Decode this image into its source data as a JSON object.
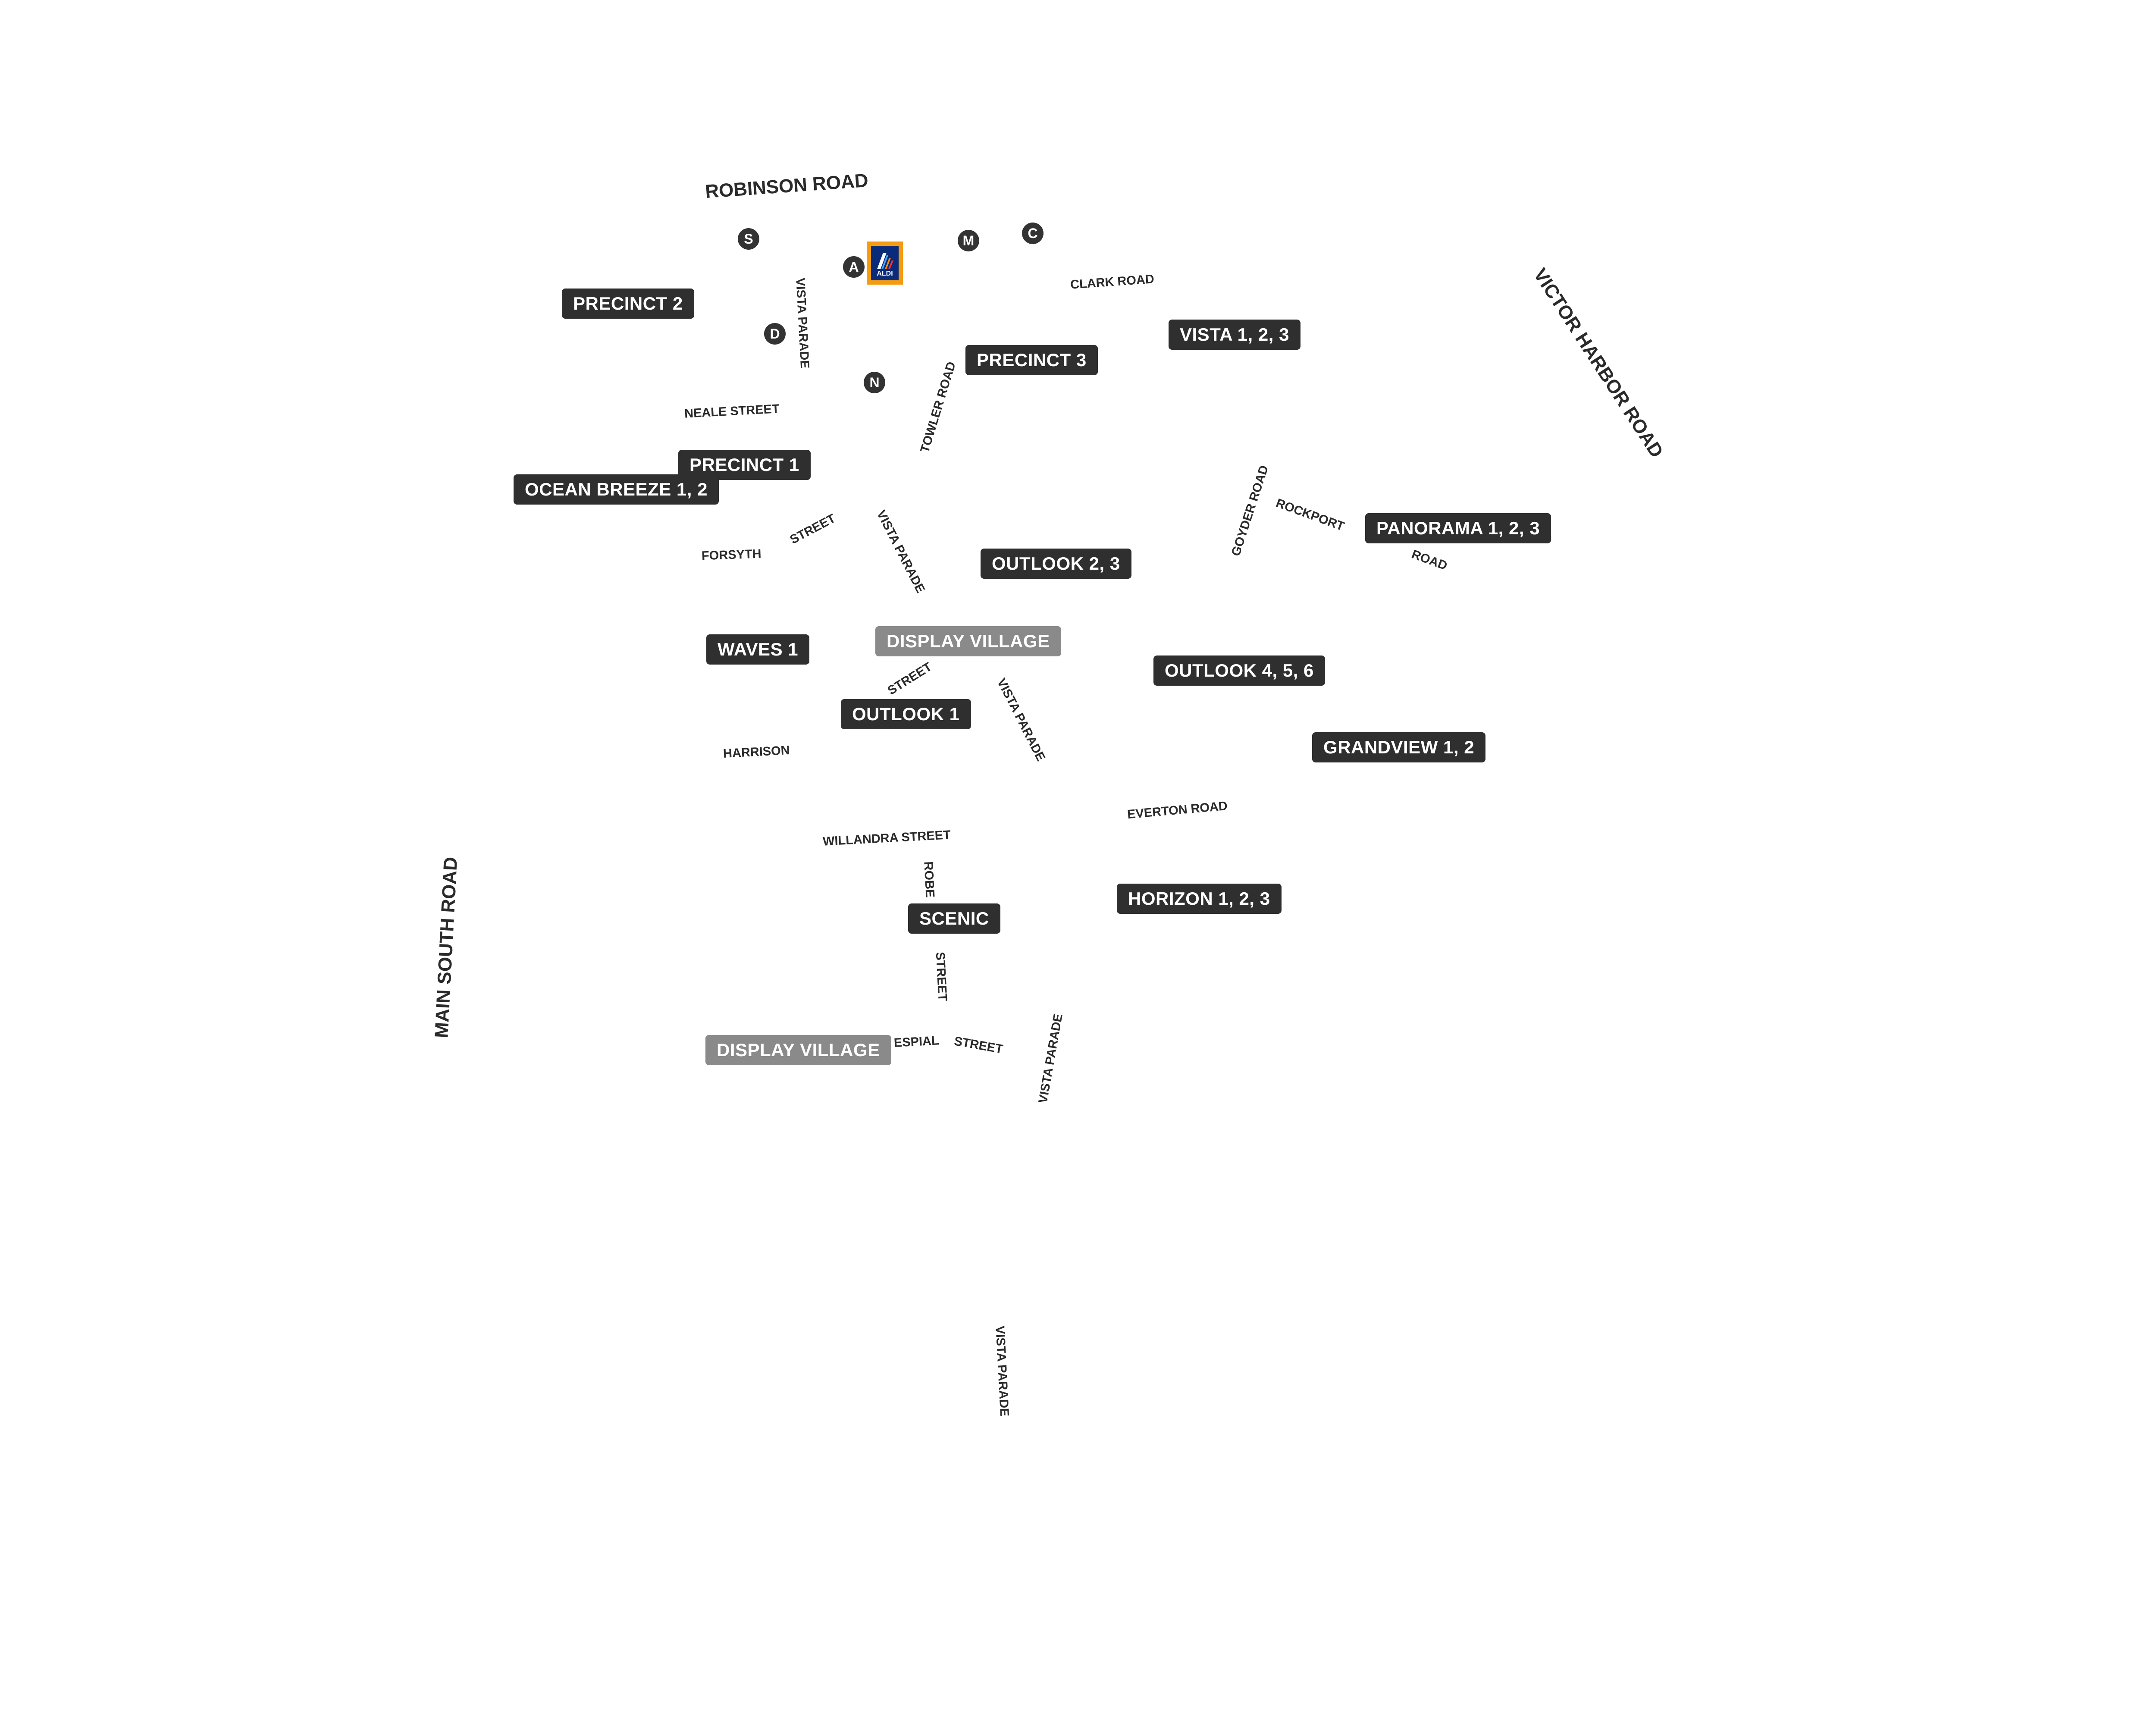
{
  "markers": [
    {
      "id": "s",
      "label": "S"
    },
    {
      "id": "a",
      "label": "A"
    },
    {
      "id": "m",
      "label": "M"
    },
    {
      "id": "c",
      "label": "C"
    },
    {
      "id": "d",
      "label": "D"
    },
    {
      "id": "n",
      "label": "N"
    }
  ],
  "aldi_logo": {
    "text": "ALDI",
    "icon": "aldi-logo-icon"
  },
  "major_roads": {
    "robinson_road": "ROBINSON ROAD",
    "victor_harbor_road": "VICTOR HARBOR ROAD",
    "main_south_road": "MAIN SOUTH ROAD"
  },
  "minor_roads": {
    "clark_road": "CLARK ROAD",
    "vista_parade_1": "VISTA PARADE",
    "neale_street": "NEALE STREET",
    "towler_road": "TOWLER ROAD",
    "goyder_road": "GOYDER ROAD",
    "rockport": "ROCKPORT",
    "road": "ROAD",
    "forsyth": "FORSYTH",
    "street_1": "STREET",
    "vista_parade_2": "VISTA PARADE",
    "street_2": "STREET",
    "vista_parade_3": "VISTA PARADE",
    "harrison": "HARRISON",
    "everton_road": "EVERTON ROAD",
    "willandra_street": "WILLANDRA STREET",
    "robe": "ROBE",
    "street_3": "STREET",
    "espial": "ESPIAL",
    "street_4": "STREET",
    "vista_parade_4": "VISTA PARADE",
    "vista_parade_5": "VISTA PARADE"
  },
  "precincts": {
    "precinct_2": "PRECINCT  2",
    "precinct_3": "PRECINCT 3",
    "vista": "VISTA 1, 2, 3",
    "precinct_1": "PRECINCT  1",
    "ocean_breeze": "OCEAN BREEZE 1, 2",
    "panorama": "PANORAMA 1, 2, 3",
    "outlook_23": "OUTLOOK 2, 3",
    "display_village_1": "DISPLAY VILLAGE",
    "waves": "WAVES 1",
    "outlook_456": "OUTLOOK 4, 5, 6",
    "outlook_1": "OUTLOOK 1",
    "grandview": "GRANDVIEW 1, 2",
    "horizon": "HORIZON 1, 2, 3",
    "scenic": "SCENIC",
    "display_village_2": "DISPLAY VILLAGE"
  },
  "colors": {
    "badge": "#2f2f2f",
    "badge_display_village": "#8a8a8a",
    "road_text": "#2a2a2a",
    "aldi_border": "#f39c12",
    "aldi_fill": "#0a2a7a"
  }
}
